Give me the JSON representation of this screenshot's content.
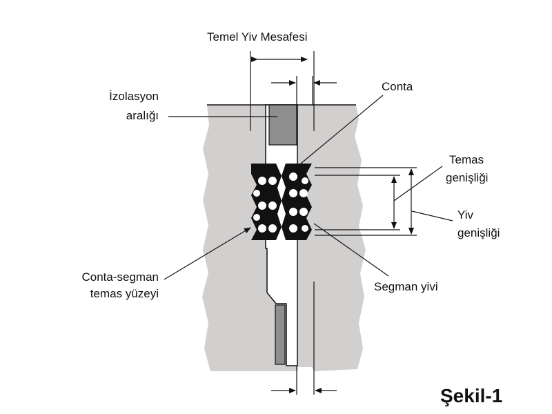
{
  "labels": {
    "temel_yiv_mesafesi": "Temel Yiv Mesafesi",
    "izolasyon_line1": "İzolasyon",
    "izolasyon_line2": "aralığı",
    "conta": "Conta",
    "temas_line1": "Temas",
    "temas_line2": "genişliği",
    "yiv_line1": "Yiv",
    "yiv_line2": "genişliği",
    "conta_segman_line1": "Conta-segman",
    "conta_segman_line2": "temas yüzeyi",
    "segman_yivi": "Segman yivi",
    "figure_caption": "Şekil-1"
  },
  "colors": {
    "body": "#d2cfcf",
    "ink": "#111111",
    "insulator": "#8e8e8e",
    "background": "#ffffff"
  }
}
